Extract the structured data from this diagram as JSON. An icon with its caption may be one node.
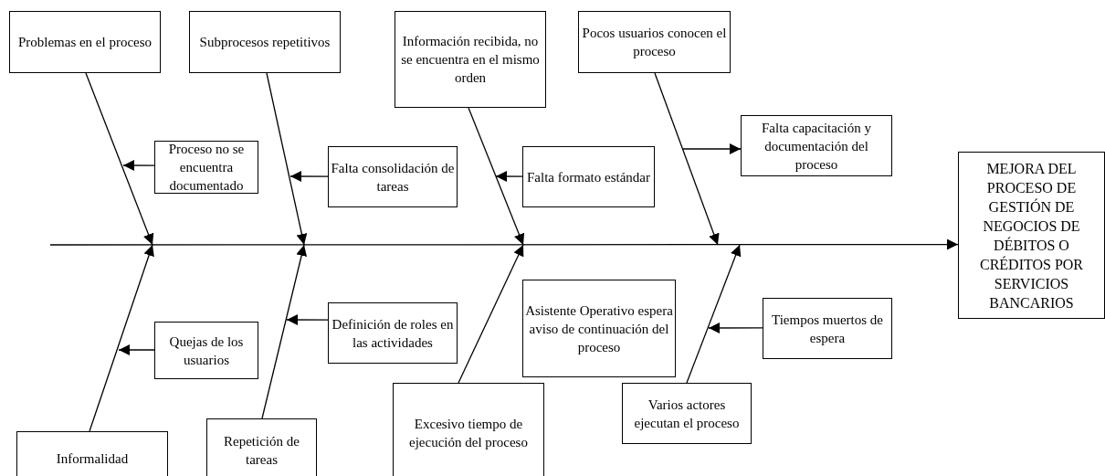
{
  "diagram": {
    "nodes": [
      {
        "text": [
          "Problemas en el proceso"
        ]
      },
      {
        "text": [
          "Subprocesos repetitivos"
        ]
      },
      {
        "text": [
          "Información recibida, no se encuentra en el mismo orden"
        ]
      },
      {
        "text": [
          "Pocos usuarios conocen el proceso"
        ]
      },
      {
        "text": [
          "Proceso no se encuentra documentado"
        ]
      },
      {
        "text": [
          "Falta consolidación de tareas"
        ]
      },
      {
        "text": [
          "Falta formato estándar"
        ]
      },
      {
        "text": [
          "Falta capacitación y documentación del proceso"
        ]
      },
      {
        "text": [
          "MEJORA DEL PROCESO DE GESTIÓN DE NEGOCIOS DE DÉBITOS O CRÉDITOS POR SERVICIOS BANCARIOS"
        ]
      },
      {
        "text": [
          "Asistente Operativo espera aviso de continuación del proceso"
        ]
      },
      {
        "text": [
          "Definición de roles en las actividades"
        ]
      },
      {
        "text": [
          "Quejas de los usuarios"
        ]
      },
      {
        "text": [
          "Tiempos muertos de espera"
        ]
      },
      {
        "text": [
          "Excesivo tiempo de ejecución del proceso"
        ]
      },
      {
        "text": [
          "Varios actores ejecutan el proceso"
        ]
      },
      {
        "text": [
          "Informalidad"
        ]
      },
      {
        "text": [
          "Repetición de tareas"
        ]
      }
    ],
    "edges": [
      {
        "from": null,
        "to": 8,
        "arrow": "to"
      },
      {
        "from": 0,
        "to": null,
        "arrow": "to"
      },
      {
        "from": 1,
        "to": null,
        "arrow": "to"
      },
      {
        "from": 2,
        "to": null,
        "arrow": "to"
      },
      {
        "from": 3,
        "to": null,
        "arrow": "to"
      },
      {
        "from": 15,
        "to": null,
        "arrow": "to"
      },
      {
        "from": 16,
        "to": null,
        "arrow": "to"
      },
      {
        "from": 13,
        "to": null,
        "arrow": "to"
      },
      {
        "from": 14,
        "to": null,
        "arrow": "to"
      },
      {
        "from": 4,
        "to": null,
        "arrow": "to"
      },
      {
        "from": 5,
        "to": null,
        "arrow": "to"
      },
      {
        "from": 6,
        "to": null,
        "arrow": "to"
      },
      {
        "from": null,
        "to": 7,
        "arrow": "to"
      },
      {
        "from": 10,
        "to": null,
        "arrow": "to"
      },
      {
        "from": 11,
        "to": null,
        "arrow": "to"
      },
      {
        "from": 12,
        "to": null,
        "arrow": "to"
      }
    ]
  }
}
